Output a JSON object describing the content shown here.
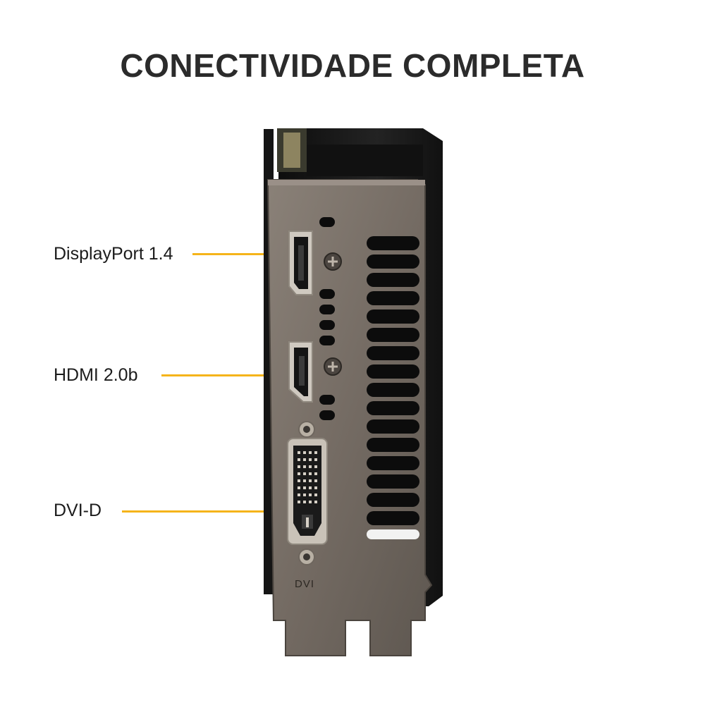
{
  "title": "CONECTIVIDADE COMPLETA",
  "callouts": [
    {
      "label": "DisplayPort 1.4"
    },
    {
      "label": "HDMI 2.0b"
    },
    {
      "label": "DVI-D"
    }
  ],
  "bracket_marking": "DVI",
  "colors": {
    "leader": "#f5b41a",
    "title": "#2b2b2b",
    "bracket": "#7d746b",
    "shroud": "#1a1a1a"
  }
}
